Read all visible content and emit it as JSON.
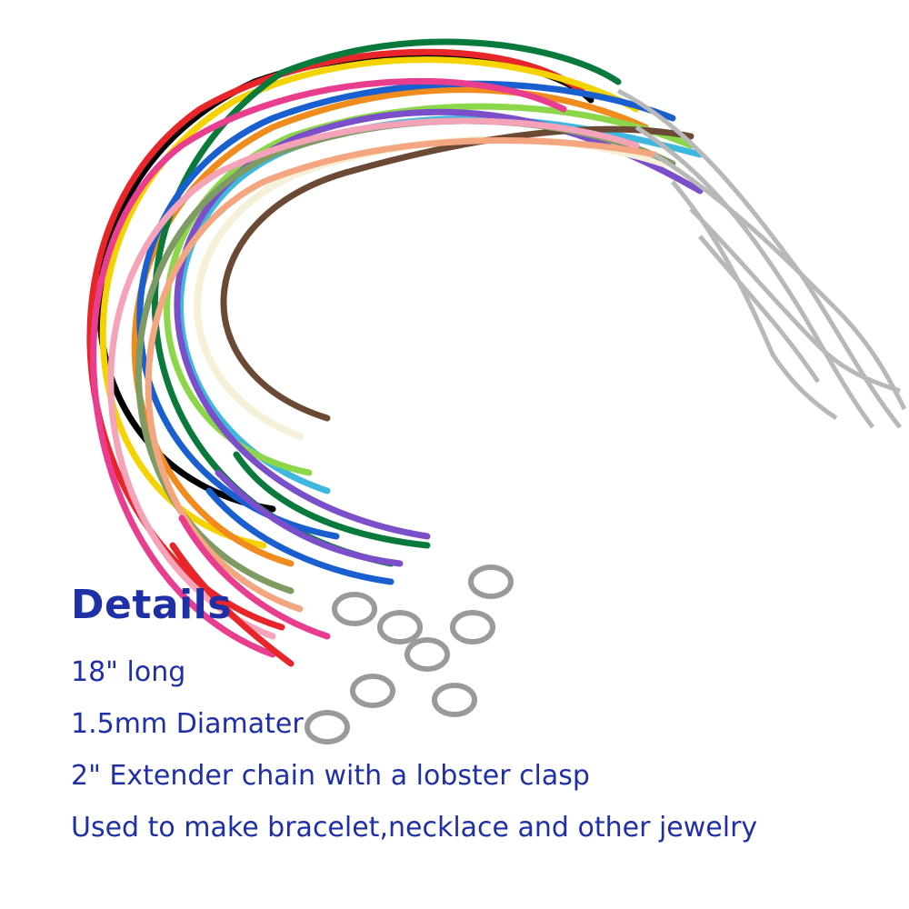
{
  "details": {
    "title": "Details",
    "items": [
      "18\" long",
      "1.5mm Diamater",
      "2\" Extender chain with a lobster clasp",
      "Used to make bracelet,necklace and other jewelry"
    ]
  },
  "colors": {
    "text": "#1f2fa6",
    "background": "#ffffff",
    "chain": "#b8b8b8",
    "cords": [
      "#000000",
      "#e8262a",
      "#f5d300",
      "#f08c1e",
      "#0a7a3c",
      "#1a5fd0",
      "#3fb8e0",
      "#8cd64a",
      "#7b4fc9",
      "#e93d8f",
      "#f7f0d8",
      "#6b4a35",
      "#7e9b63",
      "#f4a3b8",
      "#f3a680"
    ]
  },
  "icons": [
    "necklace-cord-bundle-image",
    "lobster-clasp-icon",
    "extender-chain-icon"
  ]
}
